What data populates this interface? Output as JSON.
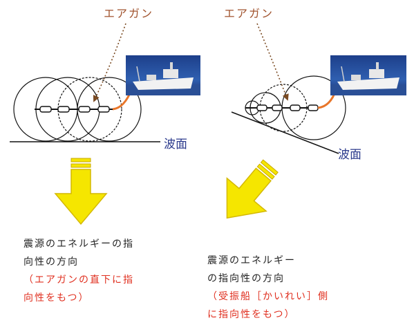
{
  "left_panel": {
    "airgun_label": "エアガン",
    "wave_label": "波面",
    "caption_line1": "震源のエネルギーの指",
    "caption_line2": "向性の方向",
    "caption_line3": "（エアガンの直下に指",
    "caption_line4": "向性をもつ）"
  },
  "right_panel": {
    "airgun_label": "エアガン",
    "wave_label": "波面",
    "caption_line1": "震源のエネルギー",
    "caption_line2": "の指向性の方向",
    "caption_line3": "（受振船［かいれい］側",
    "caption_line4": "に指向性をもつ）"
  },
  "colors": {
    "label_brown": "#a0522d",
    "wave_label_blue": "#2b3a8c",
    "arrow_yellow": "#f5e600",
    "caption_red": "#e03020",
    "cable_orange": "#e8762a"
  }
}
